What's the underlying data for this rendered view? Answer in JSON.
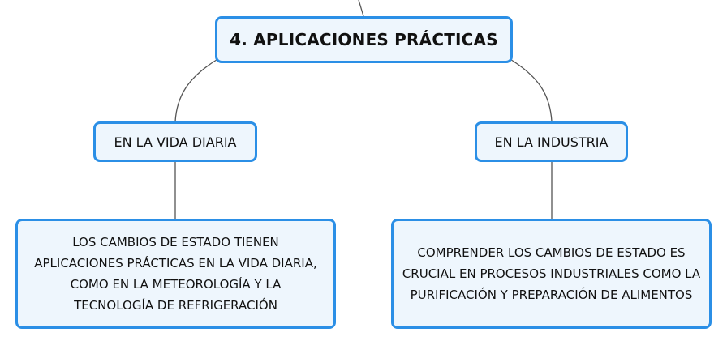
{
  "root": {
    "label": "4. APLICACIONES PRÁCTICAS"
  },
  "branches": [
    {
      "label": "EN LA VIDA DIARIA",
      "detail": "LOS CAMBIOS DE ESTADO TIENEN APLICACIONES PRÁCTICAS EN LA VIDA DIARIA, COMO EN LA METEOROLOGÍA Y LA TECNOLOGÍA DE REFRIGERACIÓN"
    },
    {
      "label": "EN LA INDUSTRIA",
      "detail": "COMPRENDER LOS CAMBIOS DE ESTADO ES CRUCIAL EN PROCESOS INDUSTRIALES COMO LA PURIFICACIÓN Y PREPARACIÓN DE ALIMENTOS"
    }
  ],
  "colors": {
    "node_border": "#2b8fe6",
    "node_fill": "#eef6fd",
    "connector": "#555555"
  }
}
